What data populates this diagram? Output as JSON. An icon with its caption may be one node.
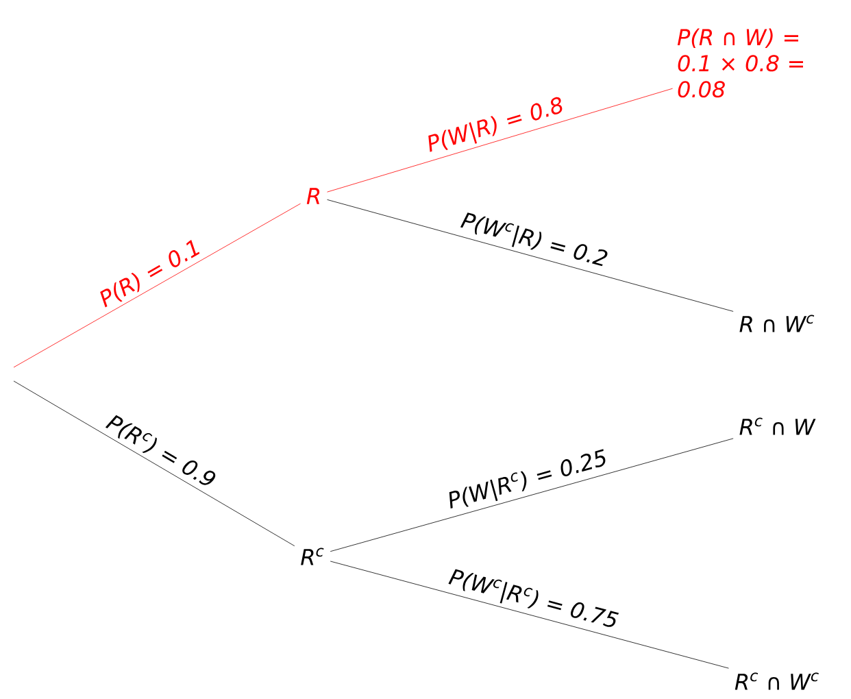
{
  "diagram": {
    "nodes": [
      {
        "text": [
          "R"
        ]
      },
      {
        "text": [
          "R$^{c}$"
        ]
      },
      {
        "text": [
          "P(R ∩ W) = 0.1 × 0.8 = 0.08"
        ]
      },
      {
        "text": [
          "R ∩ W$^{c}$"
        ]
      },
      {
        "text": [
          "R$^{c}$ ∩ W"
        ]
      },
      {
        "text": [
          "R$^{c}$ ∩ W$^{c}$"
        ]
      }
    ],
    "edges": [
      {
        "from": null,
        "to": 0,
        "arrow": "none",
        "label": "P(R) = 0.1",
        "color": "#ff0000"
      },
      {
        "from": null,
        "to": 1,
        "arrow": "none",
        "label": "P(R$^{c}$) = 0.9"
      },
      {
        "from": 0,
        "to": 2,
        "arrow": "none",
        "label": "P(W|R) = 0.8",
        "color": "#ff0000"
      },
      {
        "from": 0,
        "to": 3,
        "arrow": "none",
        "label": "P(W$^{c}$|R) = 0.2"
      },
      {
        "from": 1,
        "to": 4,
        "arrow": "none",
        "label": "P(W|R$^{c}$) = 0.25"
      },
      {
        "from": 1,
        "to": 5,
        "arrow": "none",
        "label": "P(W$^{c}$|R$^{c}$) = 0.75"
      }
    ]
  }
}
